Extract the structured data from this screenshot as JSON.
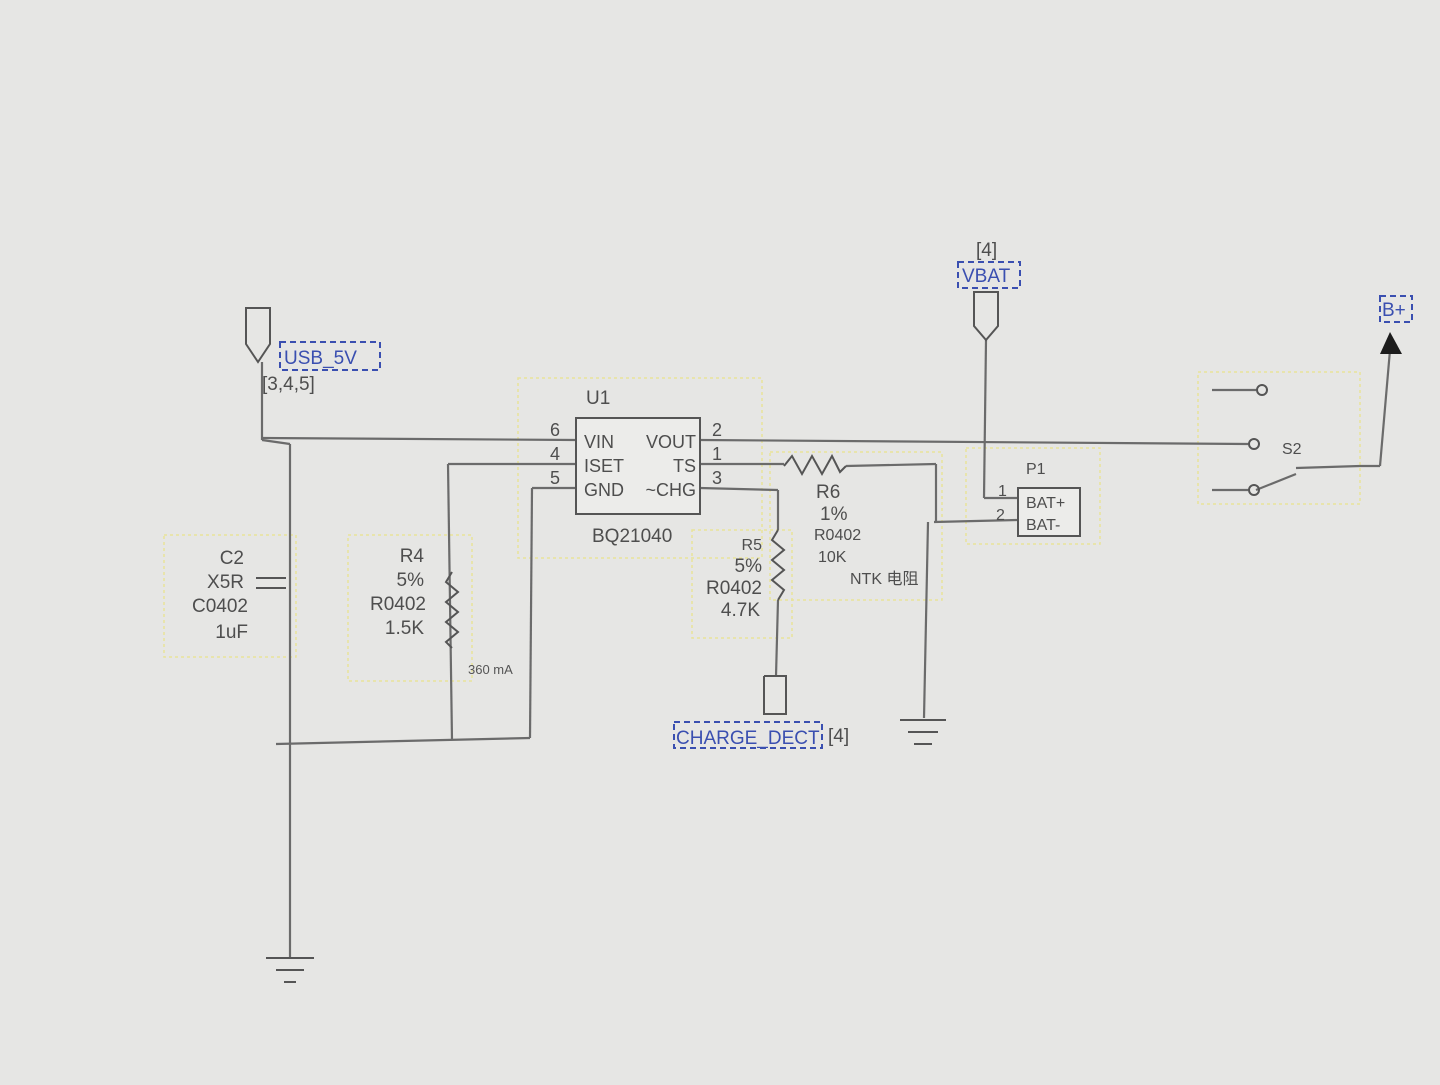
{
  "nets": {
    "usb_5v": "USB_5V",
    "usb_5v_refs": "[3,4,5]",
    "vbat_ref": "[4]",
    "vbat": "VBAT",
    "b_plus": "B+",
    "charge_dect": "CHARGE_DECT",
    "charge_dect_ref": "[4]"
  },
  "u1": {
    "ref": "U1",
    "part": "BQ21040",
    "pins_left": [
      {
        "num": "6",
        "name": "VIN"
      },
      {
        "num": "4",
        "name": "ISET"
      },
      {
        "num": "5",
        "name": "GND"
      }
    ],
    "pins_right": [
      {
        "num": "2",
        "name": "VOUT"
      },
      {
        "num": "1",
        "name": "TS"
      },
      {
        "num": "3",
        "name": "~CHG"
      }
    ]
  },
  "c2": {
    "ref": "C2",
    "dielectric": "X5R",
    "package": "C0402",
    "value": "1uF"
  },
  "r4": {
    "ref": "R4",
    "tolerance": "5%",
    "package": "R0402",
    "value": "1.5K"
  },
  "r4_note": "360 mA",
  "r5": {
    "ref": "R5",
    "tolerance": "5%",
    "package": "R0402",
    "value": "4.7K"
  },
  "r6": {
    "ref": "R6",
    "tolerance": "1%",
    "package": "R0402",
    "value": "10K",
    "note": "NTK 电阻"
  },
  "p1": {
    "ref": "P1",
    "pin1": "1",
    "pin2": "2",
    "label1": "BAT+",
    "label2": "BAT-"
  },
  "s2": {
    "ref": "S2"
  }
}
